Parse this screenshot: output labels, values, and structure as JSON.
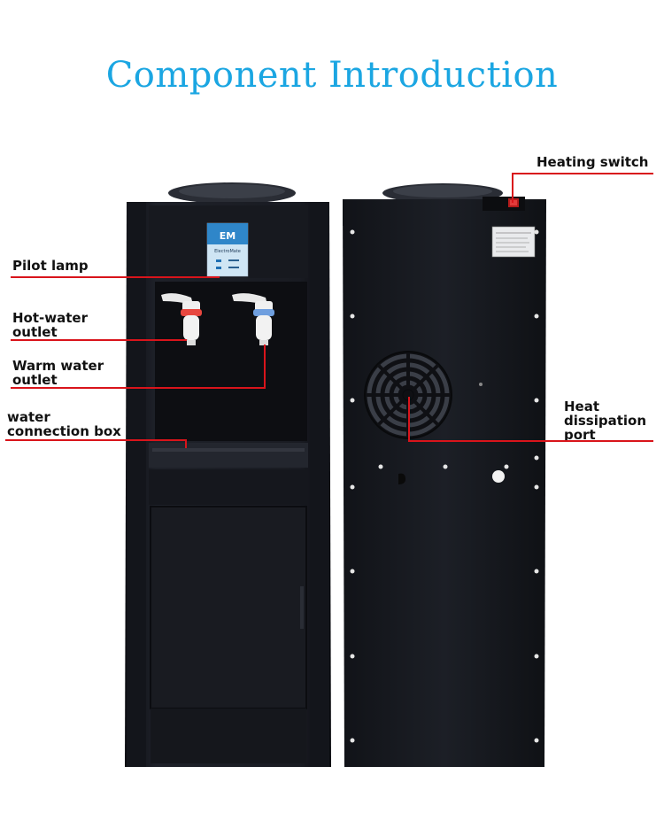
{
  "title": "Component Introduction",
  "brand": {
    "name": "ElectroMate",
    "logo_letters": "EM"
  },
  "labels": {
    "pilot_lamp": "Pilot lamp",
    "hot_water_outlet": "Hot-water\noutlet",
    "warm_water_outlet": "Warm water\noutlet",
    "water_connection_box": "water\nconnection box",
    "heating_switch": "Heating switch",
    "heat_dissipation_port": "Heat\ndissipation\nport"
  },
  "colors": {
    "title": "#1ba6e2",
    "leader_line": "#d9141b",
    "body": "#16181e",
    "hot_tap_ring": "#e8473f",
    "warm_tap_ring": "#6f9fdf"
  }
}
